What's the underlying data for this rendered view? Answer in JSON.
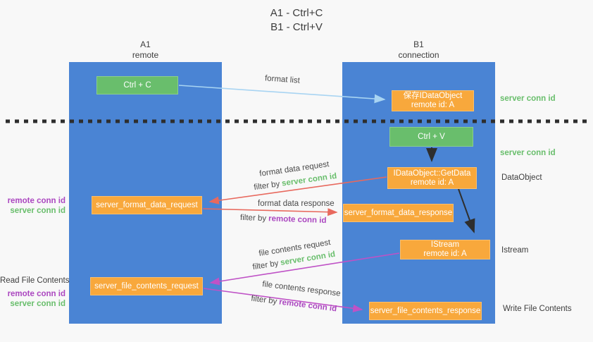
{
  "title": {
    "line1": "A1 - Ctrl+C",
    "line2": "B1 - Ctrl+V"
  },
  "lanes": {
    "left": {
      "name": "A1",
      "role": "remote"
    },
    "right": {
      "name": "B1",
      "role": "connection"
    }
  },
  "nodes": {
    "ctrl_c": {
      "label": "Ctrl + C"
    },
    "save_dataobject": {
      "line1": "保存IDataObject",
      "line2": "remote id: A"
    },
    "ctrl_v": {
      "label": "Ctrl + V"
    },
    "getdata": {
      "line1": "IDataObject::GetData",
      "line2": "remote id: A"
    },
    "server_format_data_request": {
      "label": "server_format_data_request"
    },
    "server_format_data_response": {
      "label": "server_format_data_response"
    },
    "istream": {
      "line1": "IStream",
      "line2": "remote id: A"
    },
    "server_file_contents_request": {
      "label": "server_file_contents_request"
    },
    "server_file_contents_response": {
      "label": "server_file_contents_response"
    }
  },
  "arrow_labels": {
    "format_list": "format list",
    "format_data_request": "format data request",
    "format_data_response": "format data response",
    "file_contents_request": "file contents request",
    "file_contents_response": "file contents response",
    "filter_by": "filter by",
    "server_conn_id": "server conn id",
    "remote_conn_id": "remote conn id"
  },
  "side_labels": {
    "server_conn_id": "server conn id",
    "remote_conn_id": "remote conn id",
    "dataobject": "DataObject",
    "istream": "Istream",
    "read_file_contents": "Read File Contents",
    "write_file_contents": "Write File Contents"
  },
  "colors": {
    "lane_blue": "#4a84d4",
    "box_green": "#69be6c",
    "box_orange": "#f8a83c",
    "arrow_light_blue": "#a8d4f2",
    "arrow_red": "#e8695e",
    "arrow_magenta": "#bf52c6",
    "arrow_black": "#2e2e2e",
    "text_green": "#69be6c",
    "text_purple": "#ab47c0"
  }
}
